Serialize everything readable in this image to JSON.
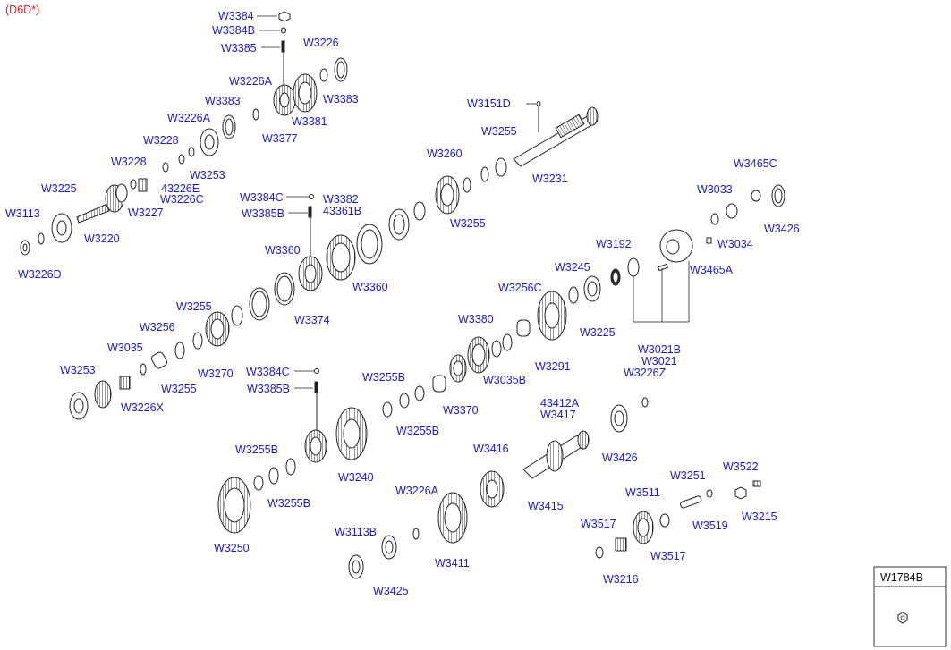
{
  "variant": "(D6D*)",
  "inset_label": "W1784B",
  "colors": {
    "label": "#1a1ad0",
    "variant": "#e02020",
    "line": "#222222"
  },
  "labels": {
    "w3384": "W3384",
    "w3384b": "W3384B",
    "w3385": "W3385",
    "w3226_a": "W3226",
    "w3226a_1": "W3226A",
    "w3383_1": "W3383",
    "w3383_2": "W3383",
    "w3381": "W3381",
    "w3377": "W3377",
    "w3226a_2": "W3226A",
    "w3228_1": "W3228",
    "w3228_2": "W3228",
    "w3253_1": "W3253",
    "l43226e": "43226E",
    "w3226c": "W3226C",
    "w3227": "W3227",
    "w3225_1": "W3225",
    "w3113": "W3113",
    "w3220": "W3220",
    "w3226d": "W3226D",
    "w3151d": "W3151D",
    "w3255_1": "W3255",
    "w3260": "W3260",
    "w3231": "W3231",
    "w3255_2": "W3255",
    "w3384c_1": "W3384C",
    "w3382": "W3382",
    "l43361b": "43361B",
    "w3385b_1": "W3385B",
    "w3360_1": "W3360",
    "w3360_2": "W3360",
    "w3374": "W3374",
    "w3465c": "W3465C",
    "w3033": "W3033",
    "w3034": "W3034",
    "w3426_1": "W3426",
    "w3465a": "W3465A",
    "w3192": "W3192",
    "w3245": "W3245",
    "w3256c": "W3256C",
    "w3225_2": "W3225",
    "w3380": "W3380",
    "w3291": "W3291",
    "w3035b": "W3035B",
    "w3021b": "W3021B",
    "w3021": "W3021",
    "w3226z": "W3226Z",
    "w3255_3": "W3255",
    "w3256": "W3256",
    "w3035": "W3035",
    "w3270": "W3270",
    "w3255_4": "W3255",
    "w3253_2": "W3253",
    "w3226x": "W3226X",
    "w3384c_2": "W3384C",
    "w3385b_2": "W3385B",
    "w3255b_1": "W3255B",
    "w3255b_2": "W3255B",
    "w3370": "W3370",
    "l43412a": "43412A",
    "w3417": "W3417",
    "w3426_2": "W3426",
    "w3416": "W3416",
    "w3415": "W3415",
    "w3240": "W3240",
    "w3255b_3": "W3255B",
    "w3255b_4": "W3255B",
    "w3250": "W3250",
    "w3226a_3": "W3226A",
    "w3113b": "W3113B",
    "w3425": "W3425",
    "w3411": "W3411",
    "w3251": "W3251",
    "w3522": "W3522",
    "w3511": "W3511",
    "w3519": "W3519",
    "w3215": "W3215",
    "w3517_1": "W3517",
    "w3517_2": "W3517",
    "w3216": "W3216"
  }
}
